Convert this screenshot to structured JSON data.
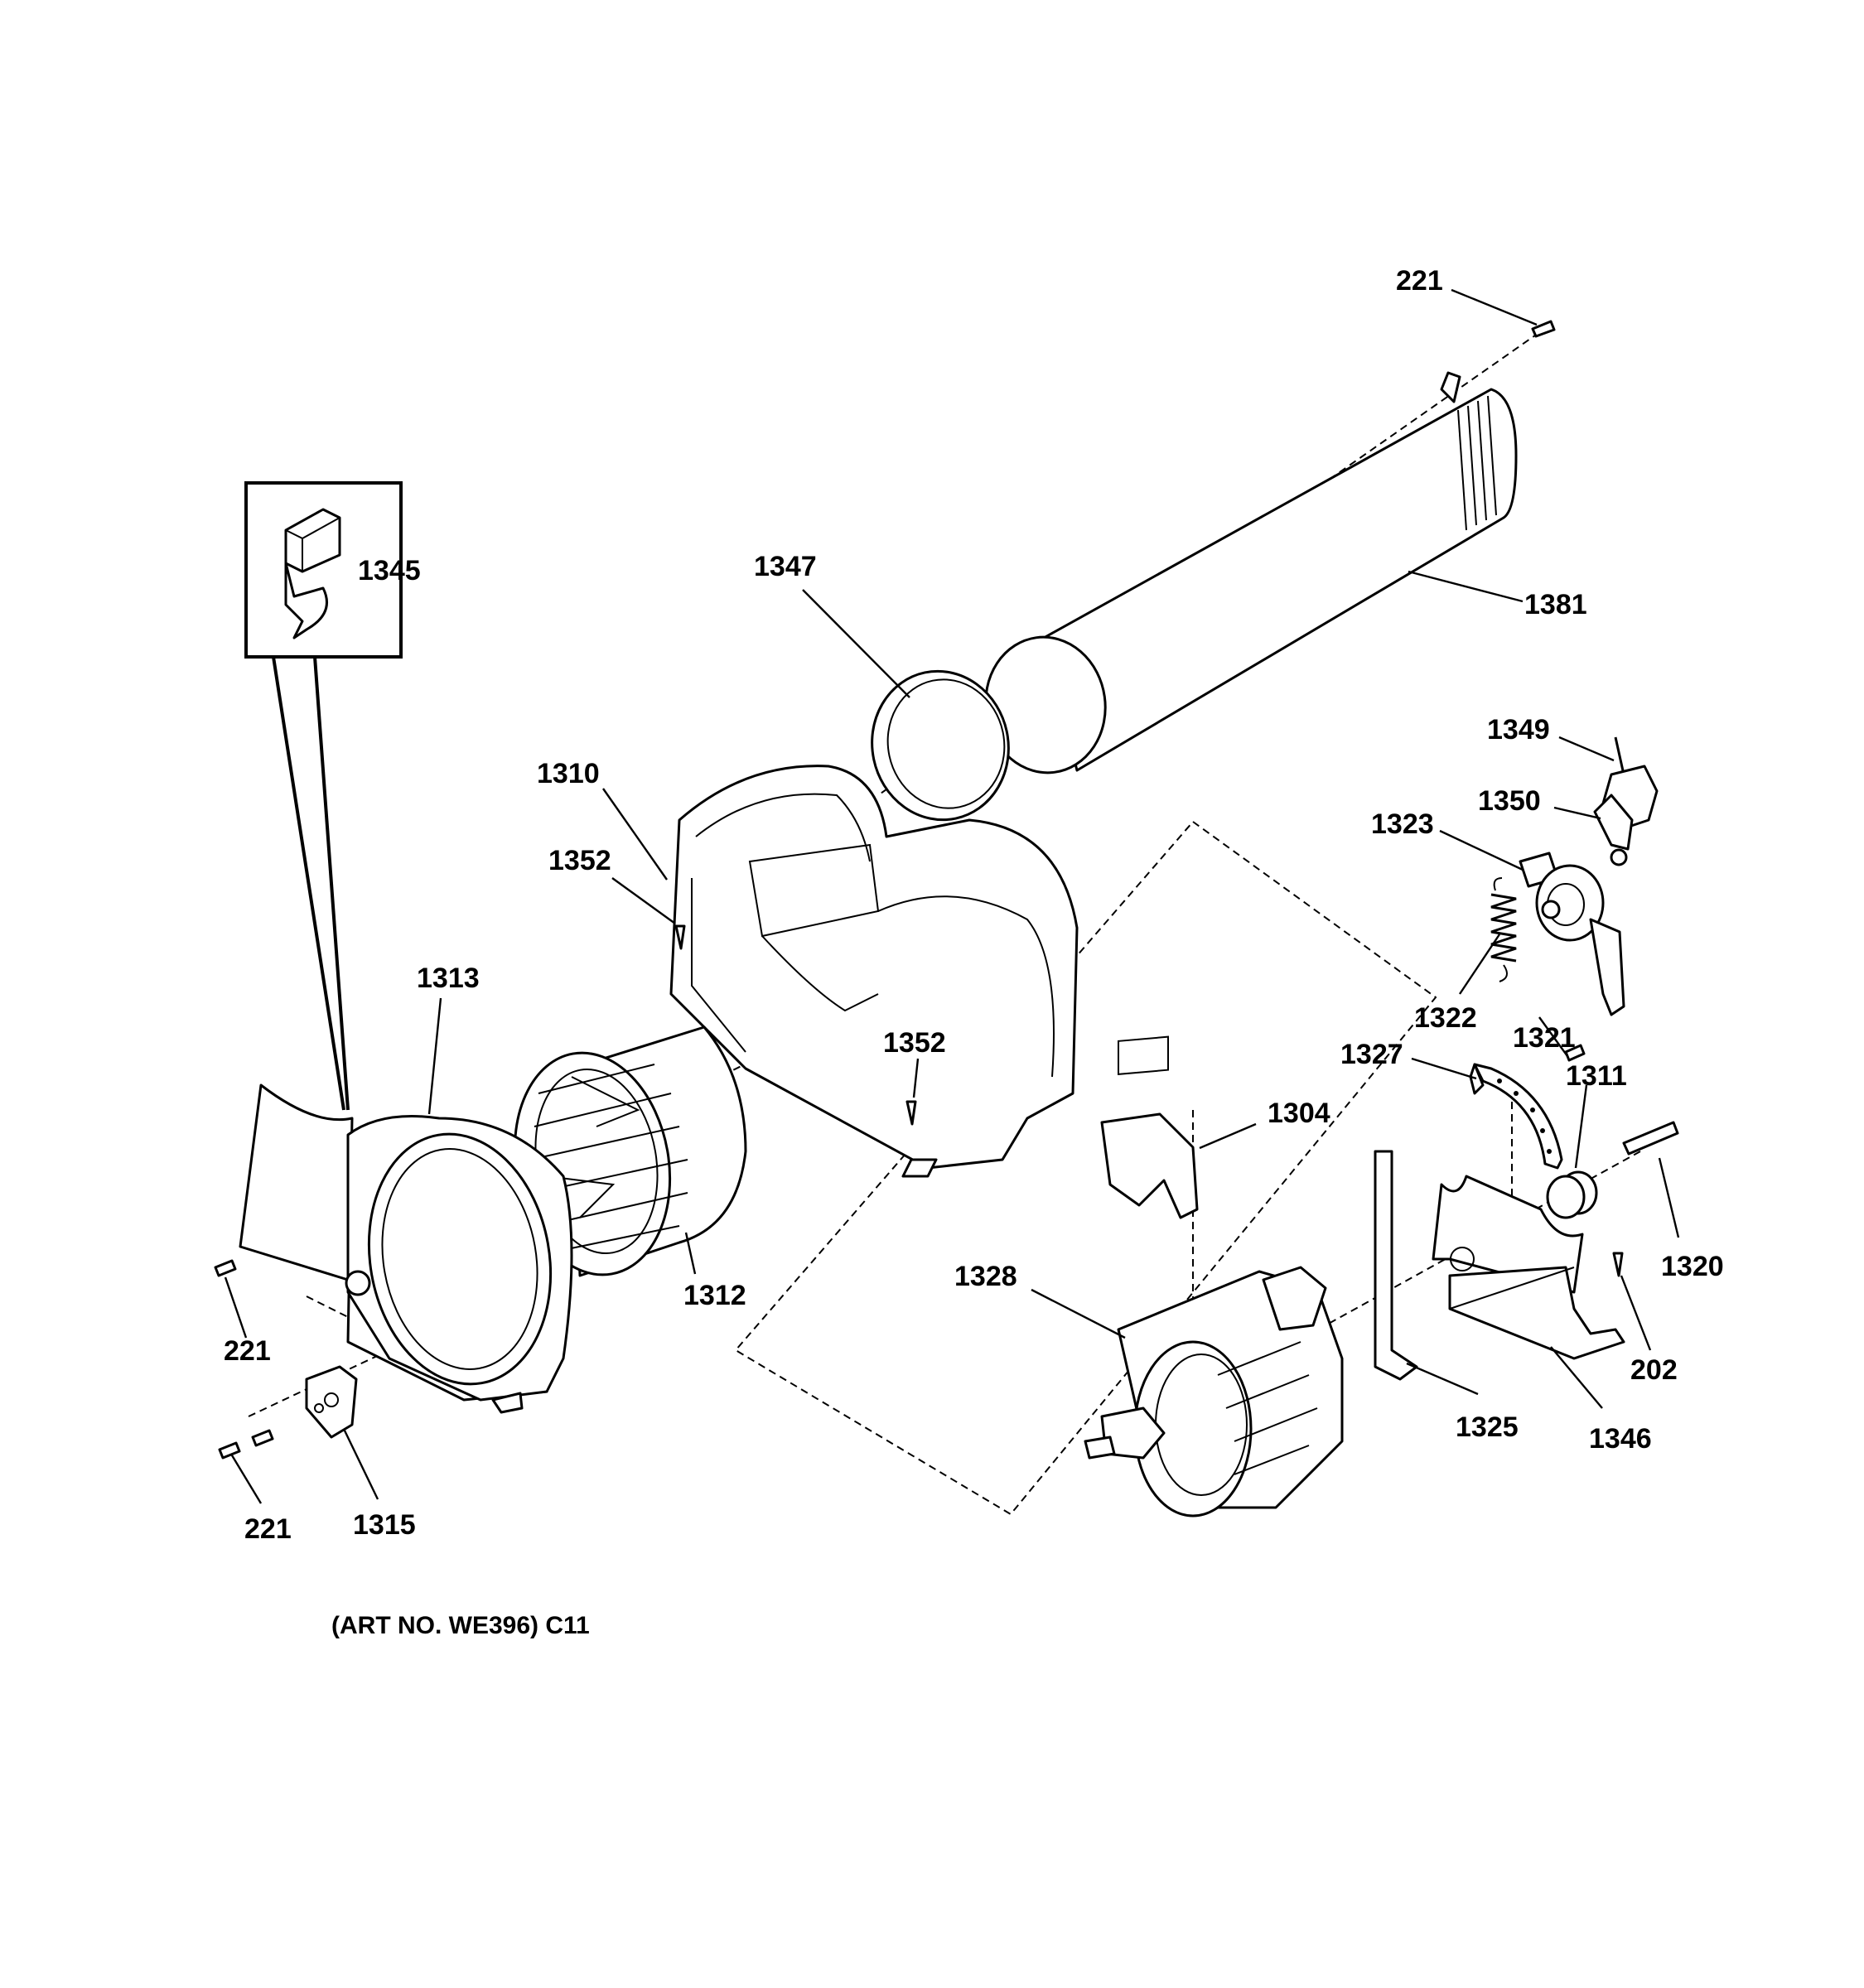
{
  "art_number": "(ART NO. WE396) C11",
  "callouts": {
    "c221_top": "221",
    "c1345": "1345",
    "c1347": "1347",
    "c1381": "1381",
    "c1349": "1349",
    "c1350": "1350",
    "c1310": "1310",
    "c1323": "1323",
    "c1352_upper": "1352",
    "c1313": "1313",
    "c1322": "1322",
    "c1321": "1321",
    "c1352_lower": "1352",
    "c1327": "1327",
    "c1311": "1311",
    "c1304": "1304",
    "c1312": "1312",
    "c1320": "1320",
    "c221_left": "221",
    "c1328": "1328",
    "c202": "202",
    "c1325": "1325",
    "c1346": "1346",
    "c221_bottom": "221",
    "c1315": "1315"
  }
}
